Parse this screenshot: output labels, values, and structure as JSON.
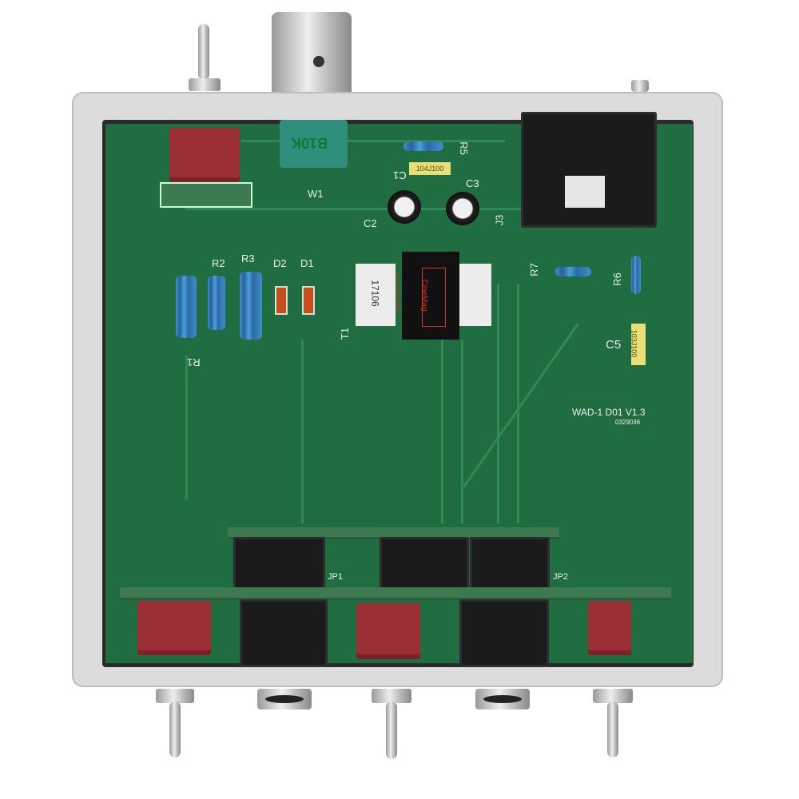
{
  "board_marking": {
    "model": "WAD-1 D01 V1.3",
    "serial": "0329036"
  },
  "components": {
    "pot": {
      "ref": "W1",
      "marking": "B10K"
    },
    "r5": "R5",
    "r7": "R7",
    "r6": "R6",
    "r1": "R1",
    "r2": "R2",
    "r3": "R3",
    "d1": "D1",
    "d2": "D2",
    "c1": {
      "ref": "C1",
      "marking": "104J100"
    },
    "c2": "C2",
    "c3": "C3",
    "c5": {
      "ref": "C5",
      "marking": "103J100"
    },
    "j3": "J3",
    "t1": {
      "ref": "T1",
      "part": "17106",
      "brand": "CineMag",
      "brand_sub": "USA TRANSFORMER"
    },
    "jp1": "JP1",
    "jp2": "JP2"
  },
  "colors": {
    "pcb": "#1f6d40",
    "frame": "#dcdcdc",
    "switch": "#9a3036",
    "jack": "#1b1b1b",
    "transformer_logo": "#d8342c"
  }
}
